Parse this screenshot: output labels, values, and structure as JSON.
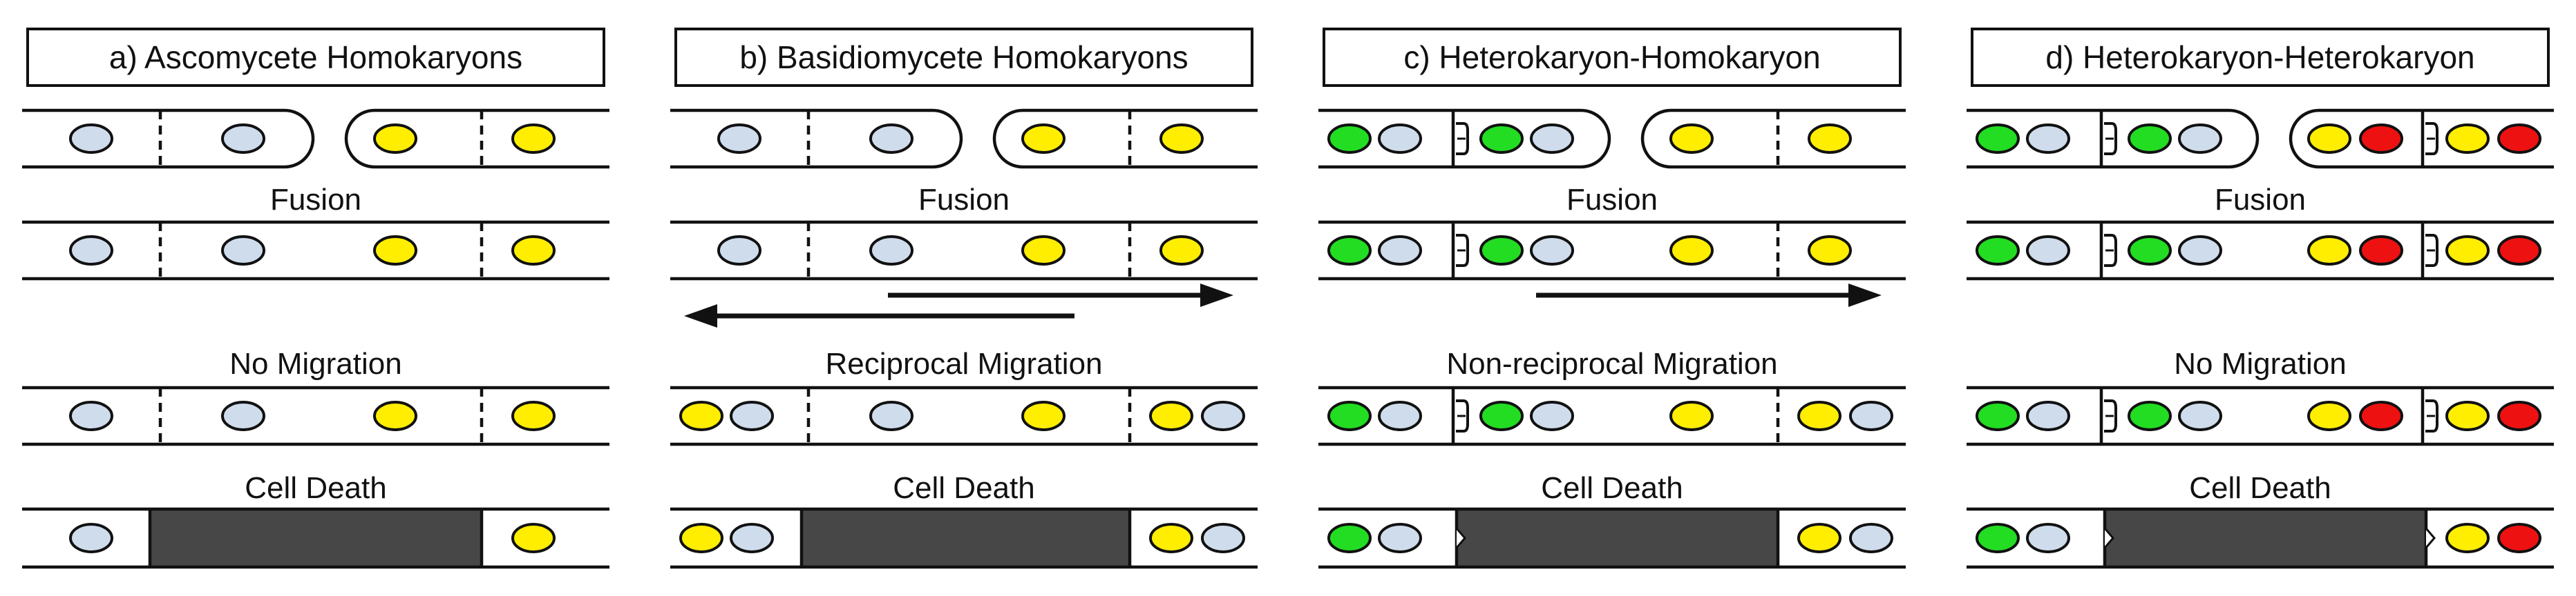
{
  "colors": {
    "blue_nucleus": "#cfdcec",
    "yellow_nucleus": "#ffee00",
    "green_nucleus": "#22dd22",
    "red_nucleus": "#ee1111",
    "dead_cell": "#474747",
    "line": "#111111",
    "background": "#ffffff"
  },
  "stage_labels": {
    "fusion": "Fusion",
    "death": "Cell Death"
  },
  "panels": [
    {
      "id": "a",
      "title": "a) Ascomycete Homokaryons",
      "left_nuclei": "blue",
      "right_nuclei": "yellow",
      "clamp": false,
      "arrows": "none",
      "migration_label": "No Migration",
      "migration": false
    },
    {
      "id": "b",
      "title": "b) Basidiomycete Homokaryons",
      "left_nuclei": "blue",
      "right_nuclei": "yellow",
      "clamp": false,
      "arrows": "both",
      "migration_label": "Reciprocal Migration",
      "migration": true
    },
    {
      "id": "c",
      "title": "c) Heterokaryon-Homokaryon",
      "left_nuclei": "green-blue",
      "right_nuclei": "yellow",
      "clamp": true,
      "arrows": "right",
      "migration_label": "Non-reciprocal Migration",
      "migration": true
    },
    {
      "id": "d",
      "title": "d) Heterokaryon-Heterokaryon",
      "left_nuclei": "green-blue",
      "right_nuclei": "yellow-red",
      "clamp": true,
      "arrows": "none",
      "migration_label": "No Migration",
      "migration": false
    }
  ]
}
